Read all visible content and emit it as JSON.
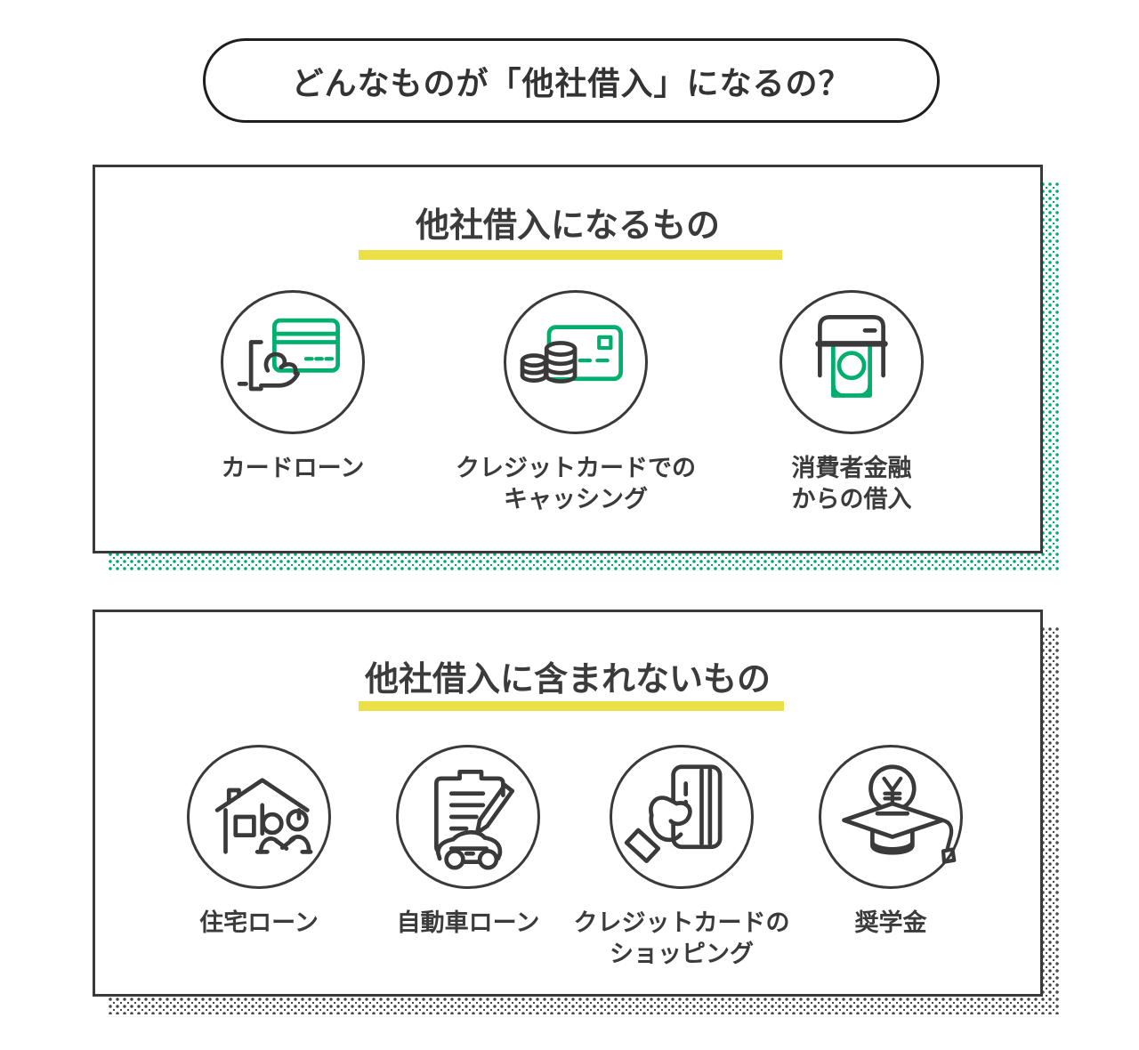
{
  "page_title": "どんなものが「他社借入」になるの？",
  "colors": {
    "ink": "#3a3a3a",
    "accent_green": "#00af6e",
    "underline_yellow": "#ece049",
    "shadow_green_dots": "#00a873",
    "shadow_gray_dots": "#4a4a4a"
  },
  "cards": [
    {
      "title": "他社借入になるもの",
      "shadow_style": "green-dots",
      "items": [
        {
          "label": "カードローン",
          "icon": "hand-credit-card-icon"
        },
        {
          "label": "クレジットカードでの\nキャッシング",
          "icon": "coins-credit-card-icon"
        },
        {
          "label": "消費者金融\nからの借入",
          "icon": "atm-cash-icon"
        }
      ]
    },
    {
      "title": "他社借入に含まれないもの",
      "shadow_style": "gray-dots",
      "items": [
        {
          "label": "住宅ローン",
          "icon": "house-handshake-icon"
        },
        {
          "label": "自動車ローン",
          "icon": "clipboard-car-icon"
        },
        {
          "label": "クレジットカードの\nショッピング",
          "icon": "hand-card-icon"
        },
        {
          "label": "奨学金",
          "icon": "graduation-cap-yen-icon"
        }
      ]
    }
  ]
}
